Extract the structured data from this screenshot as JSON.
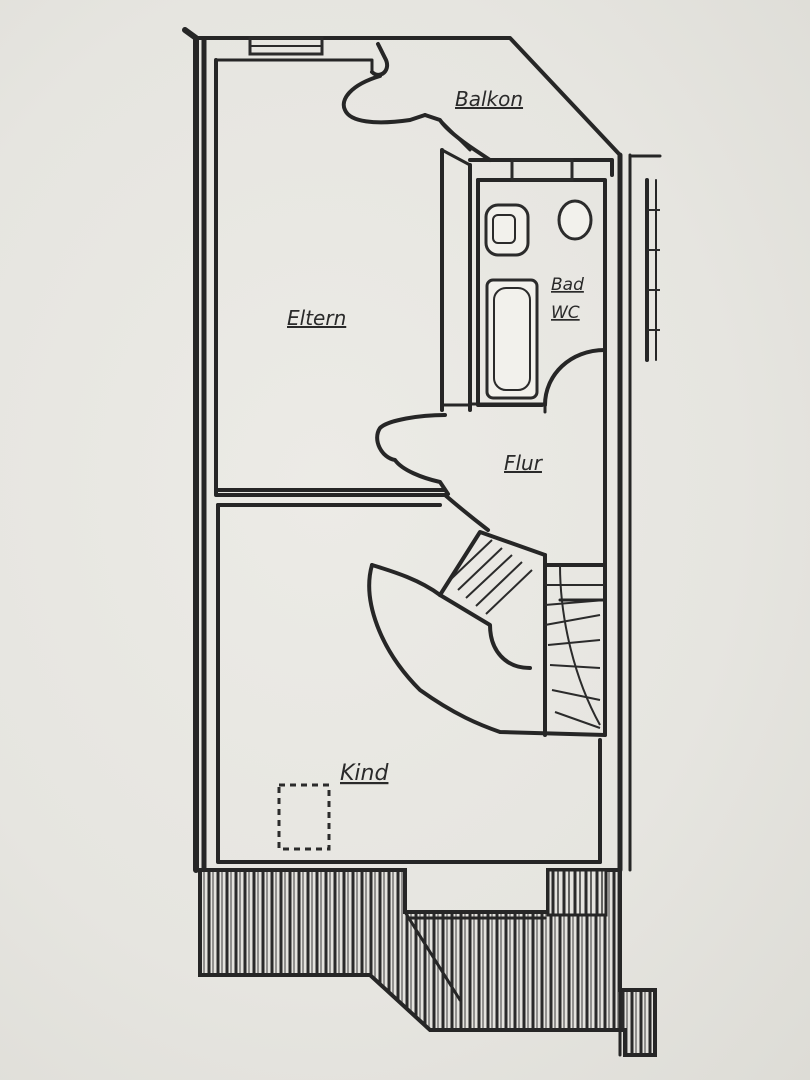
{
  "plan": {
    "rooms": [
      {
        "id": "balkon",
        "label": "Balkon"
      },
      {
        "id": "eltern",
        "label": "Eltern"
      },
      {
        "id": "bad",
        "label": "Bad"
      },
      {
        "id": "wc",
        "label": "WC"
      },
      {
        "id": "flur",
        "label": "Flur"
      },
      {
        "id": "kind",
        "label": "Kind"
      }
    ],
    "colors": {
      "paper": "#e7e6e1",
      "ink": "#262626"
    }
  }
}
